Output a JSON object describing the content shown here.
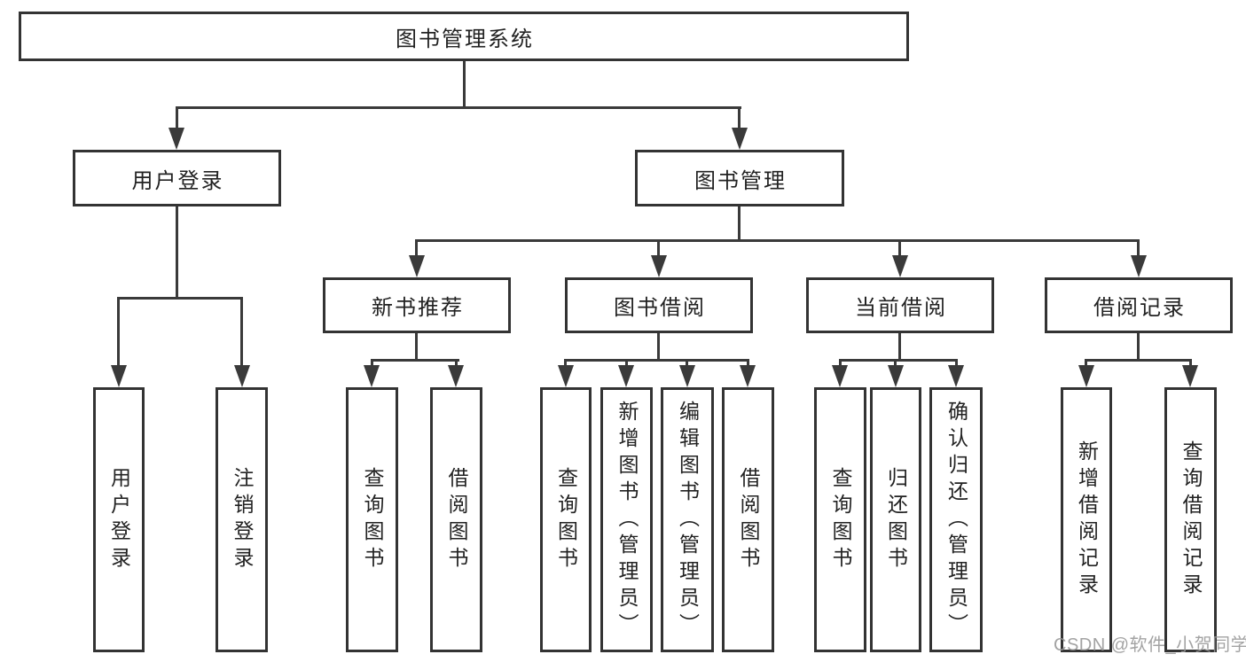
{
  "diagram": {
    "type": "hierarchy-tree",
    "colors": {
      "background": "#ffffff",
      "box_border": "#333333",
      "connector_line": "#3a3a3a",
      "text": "#222222",
      "watermark_text": "#969696"
    }
  },
  "hierarchy": {
    "root": "图书管理系统",
    "children": [
      {
        "label": "用户登录",
        "children": [
          "用户登录",
          "注销登录"
        ]
      },
      {
        "label": "图书管理",
        "children": [
          {
            "label": "新书推荐",
            "children": [
              "查询图书",
              "借阅图书"
            ]
          },
          {
            "label": "图书借阅",
            "children": [
              "查询图书",
              "新增图书（管理员）",
              "编辑图书（管理员）",
              "借阅图书"
            ]
          },
          {
            "label": "当前借阅",
            "children": [
              "查询图书",
              "归还图书",
              "确认归还（管理员）"
            ]
          },
          {
            "label": "借阅记录",
            "children": [
              "新增借阅记录",
              "查询借阅记录"
            ]
          }
        ]
      }
    ]
  },
  "watermark": {
    "text": "CSDN @软件_小贺同学"
  }
}
